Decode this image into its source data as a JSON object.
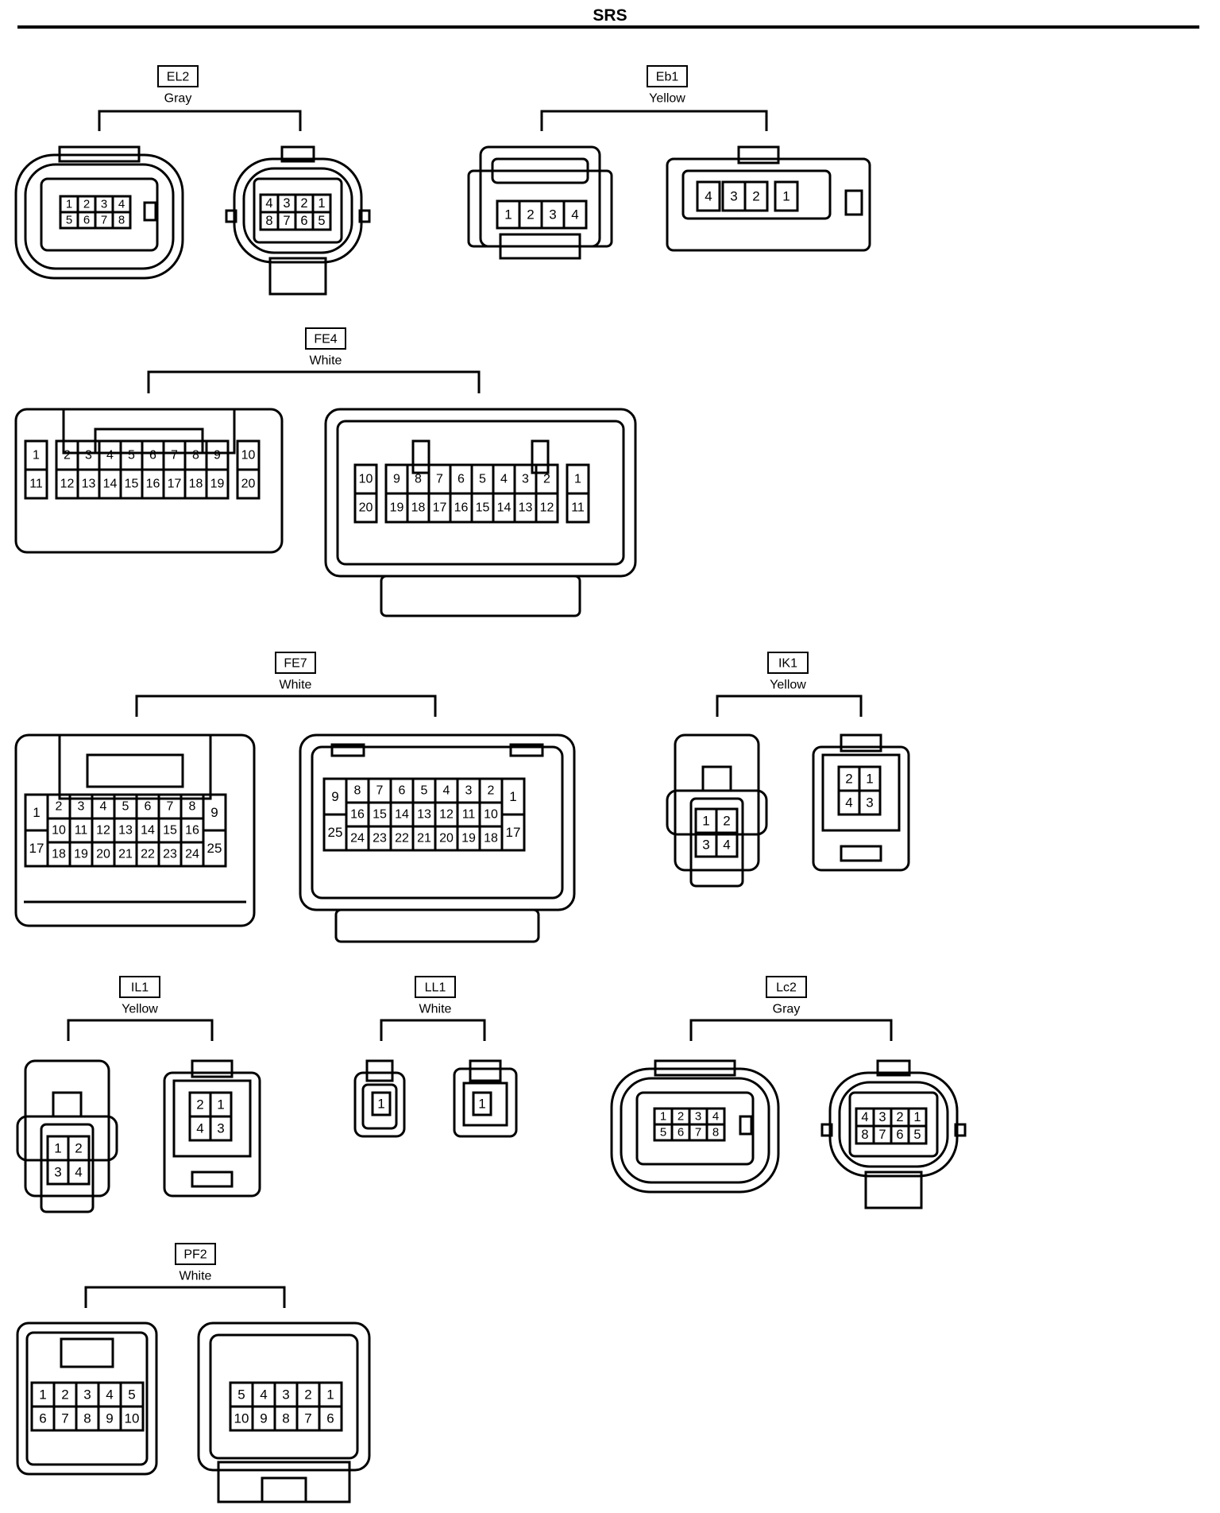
{
  "page": {
    "title": "SRS"
  },
  "connectors": [
    {
      "id": "EL2",
      "color": "Gray",
      "views": [
        {
          "rows": [
            [
              "1",
              "2",
              "3",
              "4"
            ],
            [
              "5",
              "6",
              "7",
              "8"
            ]
          ]
        },
        {
          "rows": [
            [
              "4",
              "3",
              "2",
              "1"
            ],
            [
              "8",
              "7",
              "6",
              "5"
            ]
          ]
        }
      ]
    },
    {
      "id": "Eb1",
      "color": "Yellow",
      "views": [
        {
          "rows": [
            [
              "1",
              "2",
              "3",
              "4"
            ]
          ]
        },
        {
          "rows": [
            [
              "4",
              "3",
              "2",
              "1"
            ]
          ]
        }
      ]
    },
    {
      "id": "FE4",
      "color": "White",
      "views": [
        {
          "rows": [
            [
              "1",
              "2",
              "3",
              "4",
              "5",
              "6",
              "7",
              "8",
              "9",
              "10"
            ],
            [
              "11",
              "12",
              "13",
              "14",
              "15",
              "16",
              "17",
              "18",
              "19",
              "20"
            ]
          ]
        },
        {
          "rows": [
            [
              "10",
              "9",
              "8",
              "7",
              "6",
              "5",
              "4",
              "3",
              "2",
              "1"
            ],
            [
              "20",
              "19",
              "18",
              "17",
              "16",
              "15",
              "14",
              "13",
              "12",
              "11"
            ]
          ]
        }
      ]
    },
    {
      "id": "FE7",
      "color": "White",
      "views": [
        {
          "rows": [
            [
              "1",
              "2",
              "3",
              "4",
              "5",
              "6",
              "7",
              "8",
              "9"
            ],
            [
              "17",
              "10",
              "11",
              "12",
              "13",
              "14",
              "15",
              "16",
              "25"
            ],
            [
              "18",
              "19",
              "20",
              "21",
              "22",
              "23",
              "24"
            ]
          ]
        },
        {
          "rows": [
            [
              "9",
              "8",
              "7",
              "6",
              "5",
              "4",
              "3",
              "2",
              "1"
            ],
            [
              "25",
              "16",
              "15",
              "14",
              "13",
              "12",
              "11",
              "10",
              "17"
            ],
            [
              "24",
              "23",
              "22",
              "21",
              "20",
              "19",
              "18"
            ]
          ]
        }
      ]
    },
    {
      "id": "IK1",
      "color": "Yellow",
      "views": [
        {
          "rows": [
            [
              "1",
              "2"
            ],
            [
              "3",
              "4"
            ]
          ]
        },
        {
          "rows": [
            [
              "2",
              "1"
            ],
            [
              "4",
              "3"
            ]
          ]
        }
      ]
    },
    {
      "id": "IL1",
      "color": "Yellow",
      "views": [
        {
          "rows": [
            [
              "1",
              "2"
            ],
            [
              "3",
              "4"
            ]
          ]
        },
        {
          "rows": [
            [
              "2",
              "1"
            ],
            [
              "4",
              "3"
            ]
          ]
        }
      ]
    },
    {
      "id": "LL1",
      "color": "White",
      "views": [
        {
          "rows": [
            [
              "1"
            ]
          ]
        },
        {
          "rows": [
            [
              "1"
            ]
          ]
        }
      ]
    },
    {
      "id": "Lc2",
      "color": "Gray",
      "views": [
        {
          "rows": [
            [
              "1",
              "2",
              "3",
              "4"
            ],
            [
              "5",
              "6",
              "7",
              "8"
            ]
          ]
        },
        {
          "rows": [
            [
              "4",
              "3",
              "2",
              "1"
            ],
            [
              "8",
              "7",
              "6",
              "5"
            ]
          ]
        }
      ]
    },
    {
      "id": "PF2",
      "color": "White",
      "views": [
        {
          "rows": [
            [
              "1",
              "2",
              "3",
              "4",
              "5"
            ],
            [
              "6",
              "7",
              "8",
              "9",
              "10"
            ]
          ]
        },
        {
          "rows": [
            [
              "5",
              "4",
              "3",
              "2",
              "1"
            ],
            [
              "10",
              "9",
              "8",
              "7",
              "6"
            ]
          ]
        }
      ]
    }
  ]
}
